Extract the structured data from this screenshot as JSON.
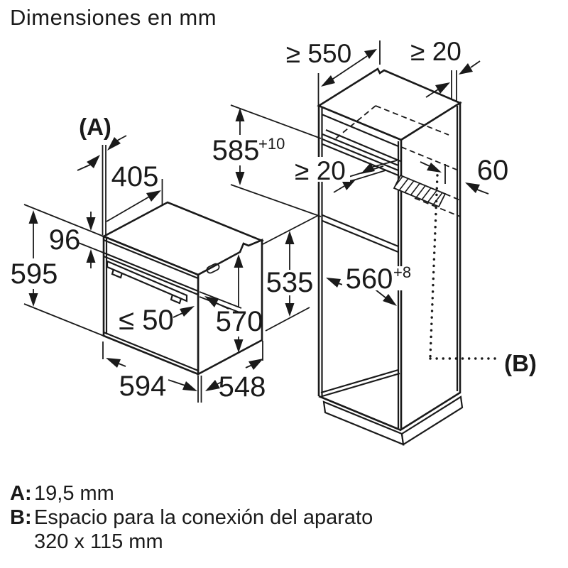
{
  "title": "Dimensiones en mm",
  "colors": {
    "ink": "#1a1a1a",
    "background": "#ffffff"
  },
  "oven": {
    "marker": "(A)",
    "dims": {
      "top_clearance": "405",
      "control_panel_height": "96",
      "total_height": "595",
      "door_protrusion_max": "≤ 50",
      "body_height": "570",
      "width": "594",
      "body_depth": "548"
    }
  },
  "cabinet": {
    "marker": "(B)",
    "dims": {
      "min_depth": "≥ 550",
      "top_wall_gap": "≥ 20",
      "niche_height": "585",
      "niche_height_tolerance": "+10",
      "rear_shelf_gap": "≥ 20",
      "rear_vent_depth": "60",
      "niche_width": "560",
      "niche_width_tolerance": "+8",
      "appliance_clearance_height": "535"
    }
  },
  "legend": {
    "a_key": "A:",
    "a_value": "19,5 mm",
    "b_key": "B:",
    "b_value": "Espacio para la conexión del aparato",
    "b_value2": "320 x 115 mm"
  }
}
